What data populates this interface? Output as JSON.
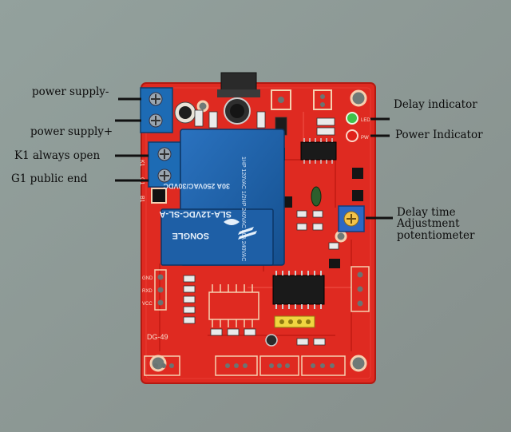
{
  "labels": {
    "power_supply_minus": "power supply-",
    "power_supply_plus": "power supply+",
    "k1_always_open": "K1 always open",
    "g1_public_end": "G1 public end",
    "delay_indicator": "Delay indicator",
    "power_indicator": "Power Indicator",
    "delay_time_line1": "Delay time",
    "delay_time_line2": "Adjustment",
    "delay_time_line3": "potentiometer"
  },
  "board": {
    "model": "DG-49",
    "relay_brand": "SONGLE",
    "relay_model": "SLA-12VDC-SL-A",
    "relay_rating": "30A 250VAC/30VDC",
    "relay_side_text": "1HP 120VAC  1/2HP 240VAC  30A 240VAC",
    "terminal_labels": [
      "K1",
      "G1",
      "B1"
    ],
    "header_labels": [
      "GND",
      "RXD",
      "VCC"
    ],
    "led_labels": [
      "LED",
      "PW"
    ],
    "pcb_color": "#e0251c",
    "relay_color": "#1c5fa8",
    "terminal_color": "#1d6bb4"
  }
}
